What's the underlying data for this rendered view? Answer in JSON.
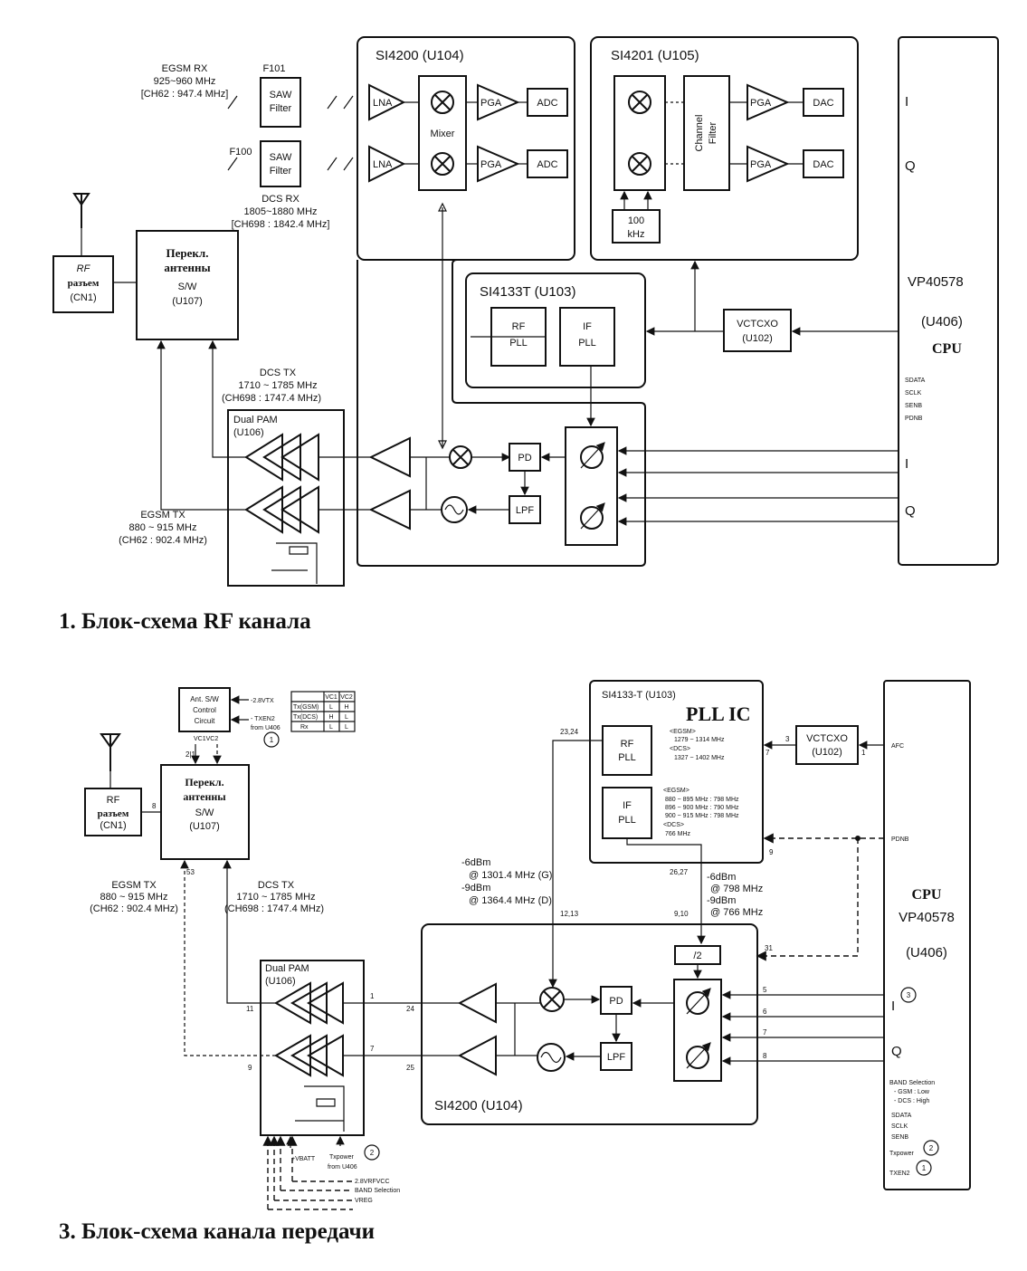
{
  "d1": {
    "si4200": "SI4200 (U104)",
    "si4201": "SI4201 (U105)",
    "si4133": "SI4133T (U103)",
    "vp": "VP40578",
    "u406": "(U406)",
    "cpu": "CPU",
    "egsm_rx": [
      "EGSM RX",
      "925~960 MHz",
      "[CH62 : 947.4 MHz]"
    ],
    "dcs_rx": [
      "DCS RX",
      "1805~1880 MHz",
      "[CH698 : 1842.4 MHz]"
    ],
    "dcs_tx": [
      "DCS TX",
      "1710 ~ 1785 MHz",
      "(CH698 : 1747.4 MHz)"
    ],
    "egsm_tx": [
      "EGSM TX",
      "880 ~ 915 MHz",
      "(CH62 : 902.4 MHz)"
    ],
    "f101": "F101",
    "f100": "F100",
    "saw": [
      "SAW",
      "Filter"
    ],
    "lna": "LNA",
    "mixer": "Mixer",
    "pga": "PGA",
    "adc": "ADC",
    "dac": "DAC",
    "chan": [
      "Channel",
      "Filter"
    ],
    "khz": [
      "100",
      "kHz"
    ],
    "rfpll": [
      "RF",
      "PLL"
    ],
    "ifpll": [
      "IF",
      "PLL"
    ],
    "vctcxo": [
      "VCTCXO",
      "(U102)"
    ],
    "rf_conn": [
      "RF",
      "разъем",
      "(CN1)"
    ],
    "sw": [
      "Перекл.",
      "антенны",
      "S/W",
      "(U107)"
    ],
    "pam": [
      "Dual PAM",
      "(U106)"
    ],
    "pd": "PD",
    "lpf": "LPF",
    "i": "I",
    "q": "Q",
    "ctl": [
      "SDATA",
      "SCLK",
      "SENB",
      "PDNB"
    ],
    "caption": "1. Блок-схема RF канала"
  },
  "d3": {
    "ant_ctl": [
      "Ant. S/W",
      "Control",
      "Circuit"
    ],
    "v28": "-2.8VTX",
    "txen2": [
      "- TXEN2",
      "from U406"
    ],
    "vc": [
      "VC1VC2",
      "2|1"
    ],
    "truth": {
      "header": [
        "",
        "VC1",
        "VC2"
      ],
      "rows": [
        [
          "Tx(GSM)",
          "L",
          "H"
        ],
        [
          "Tx(DCS)",
          "H",
          "L"
        ],
        [
          "Rx",
          "L",
          "L"
        ]
      ]
    },
    "rf_conn": [
      "RF",
      "разъем",
      "(CN1)"
    ],
    "sw": [
      "Перекл.",
      "антенны",
      "S/W",
      "(U107)"
    ],
    "egsm_tx": [
      "EGSM TX",
      "880 ~ 915 MHz",
      "(CH62 : 902.4 MHz)"
    ],
    "dcs_tx": [
      "DCS TX",
      "1710 ~ 1785 MHz",
      "(CH698 : 1747.4 MHz)"
    ],
    "si4133": "SI4133-T (U103)",
    "pllic": "PLL IC",
    "rf_freq": [
      "<EGSM>",
      "1279 ~ 1314 MHz",
      "<DCS>",
      "1327 ~ 1402 MHz"
    ],
    "if_freq": [
      "<EGSM>",
      "880 ~ 895 MHz : 798 MHz",
      "896 ~ 900 MHz : 790 MHz",
      "900 ~ 915 MHz : 798 MHz",
      "<DCS>",
      "766 MHz"
    ],
    "rfpll": [
      "RF",
      "PLL"
    ],
    "ifpll": [
      "IF",
      "PLL"
    ],
    "vctcxo": [
      "VCTCXO",
      "(U102)"
    ],
    "afc": "AFC",
    "pdnb": "PDNB",
    "cpu": [
      "CPU",
      "VP40578",
      "(U406)"
    ],
    "lo_rf": [
      "-6dBm",
      "@ 1301.4 MHz (G)",
      "-9dBm",
      "@ 1364.4 MHz (D)"
    ],
    "lo_if": [
      "-6dBm",
      "@ 798 MHz",
      "-9dBm",
      "@ 766 MHz"
    ],
    "pins": {
      "p2324": "23,24",
      "p1213": "12,13",
      "p2627": "26,27",
      "p910": "9,10",
      "p7": "7",
      "p3": "3",
      "p1": "1",
      "p9": "9",
      "p31": "31",
      "p8": "8",
      "p53": "53",
      "p11": "11",
      "p9b": "9",
      "p24": "24",
      "p25": "25",
      "p1b": "1",
      "p7b": "7",
      "p5": "5",
      "p6": "6",
      "p7c": "7",
      "p8b": "8"
    },
    "div2": "/2",
    "si4200": "SI4200 (U104)",
    "pam": [
      "Dual PAM",
      "(U106)"
    ],
    "pd": "PD",
    "lpf": "LPF",
    "i": "I",
    "q": "Q",
    "vbatt": "+VBATT",
    "txpower": [
      "Txpower",
      "from U406"
    ],
    "v28rf": "2.8VRFVCC",
    "band": "BAND Selection",
    "vreg": "VREG",
    "band_sel": [
      "BAND Selection",
      "- GSM : Low",
      "- DCS : High"
    ],
    "ctl": [
      "SDATA",
      "SCLK",
      "SENB"
    ],
    "txpower_lbl": "Txpower",
    "txen2_lbl": "TXEN2",
    "circ": [
      "1",
      "2",
      "3"
    ],
    "caption": "3. Блок-схема канала передачи"
  }
}
